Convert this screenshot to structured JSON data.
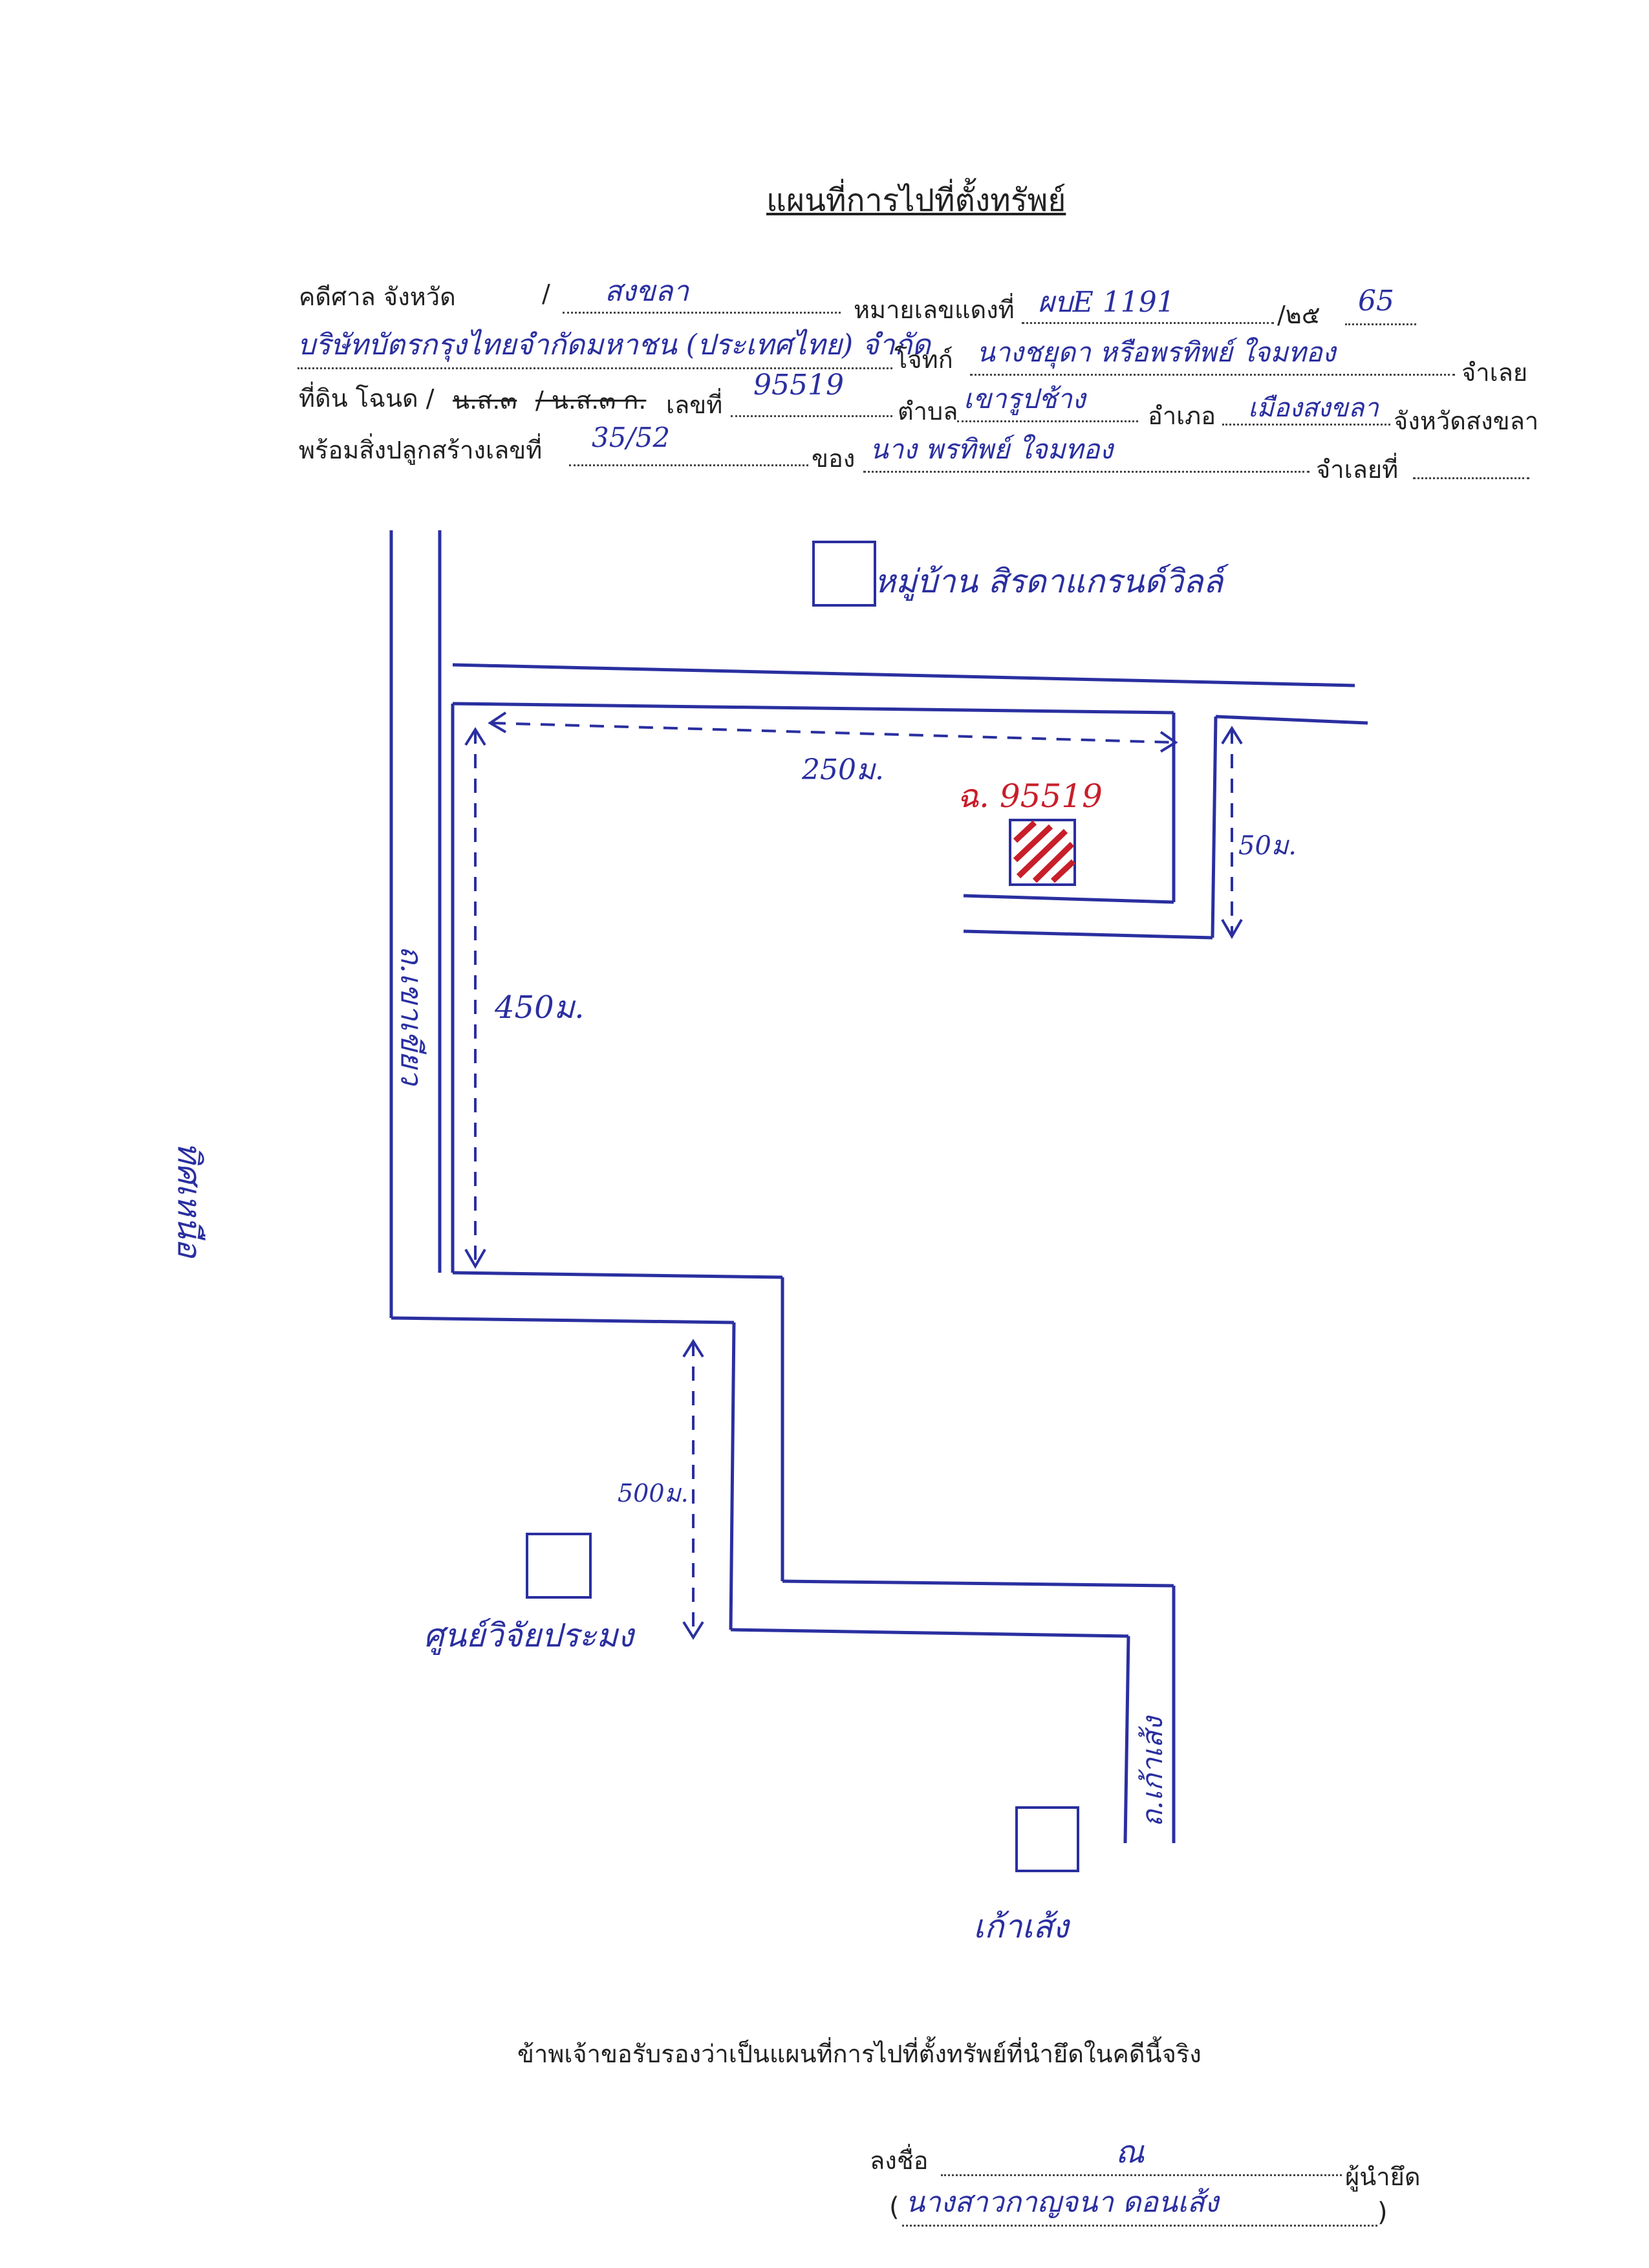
{
  "header": {
    "title": "แผนที่การไปที่ตั้งทรัพย์"
  },
  "form": {
    "row1": {
      "label_court": "คดีศาล จังหวัด",
      "slash": "/",
      "province_value": "สงขลา",
      "label_red_no": "หมายเลขแดงที่",
      "red_no_value": "ผบE 1191",
      "year_prefix": "/๒๕",
      "year_value": "65"
    },
    "row2": {
      "plaintiff_company": "บริษัทบัตรกรุงไทยจำกัดมหาชน (ประเทศไทย) จำกัด",
      "label_plaintiff": "โจทก์",
      "defendant_value": "นางชยุดา หรือพรทิพย์ ใจมทอง",
      "label_defendant": "จำเลย"
    },
    "row3": {
      "label_land": "ที่ดิน โฉนด /",
      "struck_ns3": "น.ส.๓",
      "struck_ns3k": "/ น.ส.๓ ก.",
      "label_no": "เลขที่",
      "deed_no_value": "95519",
      "label_subdistrict": "ตำบล",
      "subdistrict_value": "เขารูปช้าง",
      "label_district": "อำเภอ",
      "district_value": "เมืองสงขลา",
      "label_province": "จังหวัดสงขลา"
    },
    "row4": {
      "label_building": "พร้อมสิ่งปลูกสร้างเลขที่",
      "building_no_value": "35/52",
      "label_of": "ของ",
      "owner_value": "นาง พรทิพย์ ใจมทอง",
      "label_defendant_no": "จำเลยที่"
    }
  },
  "map": {
    "village_label": "หมู่บ้าน สิรดาแกรนด์วิลล์",
    "parcel_label": "ฉ. 95519",
    "dist_250": "250ม.",
    "dist_50_right": "50ม.",
    "dist_450": "450ม.",
    "dist_500": "500ม.",
    "road_left": "ถ.เขาเขียว",
    "road_bottom": "ถ.เก้าเส้ง",
    "research_center": "ศูนย์วิจัยประมง",
    "kao_seng": "เก้าเส้ง",
    "north": "ทิศเหนือ"
  },
  "certification": {
    "text": "ข้าพเจ้าขอรับรองว่าเป็นแผนที่การไปที่ตั้งทรัพย์ที่นำยึดในคดีนี้จริง",
    "sign_label": "ลงชื่อ",
    "signature": "ณ",
    "role": "ผู้นำยึด",
    "open_paren": "(",
    "signer_name": "นางสาวกาญจนา ดอนเส้ง",
    "close_paren": ")"
  },
  "colors": {
    "ink_blue": "#2a2fa0",
    "ink_red": "#c81e2a",
    "print": "#222222"
  }
}
